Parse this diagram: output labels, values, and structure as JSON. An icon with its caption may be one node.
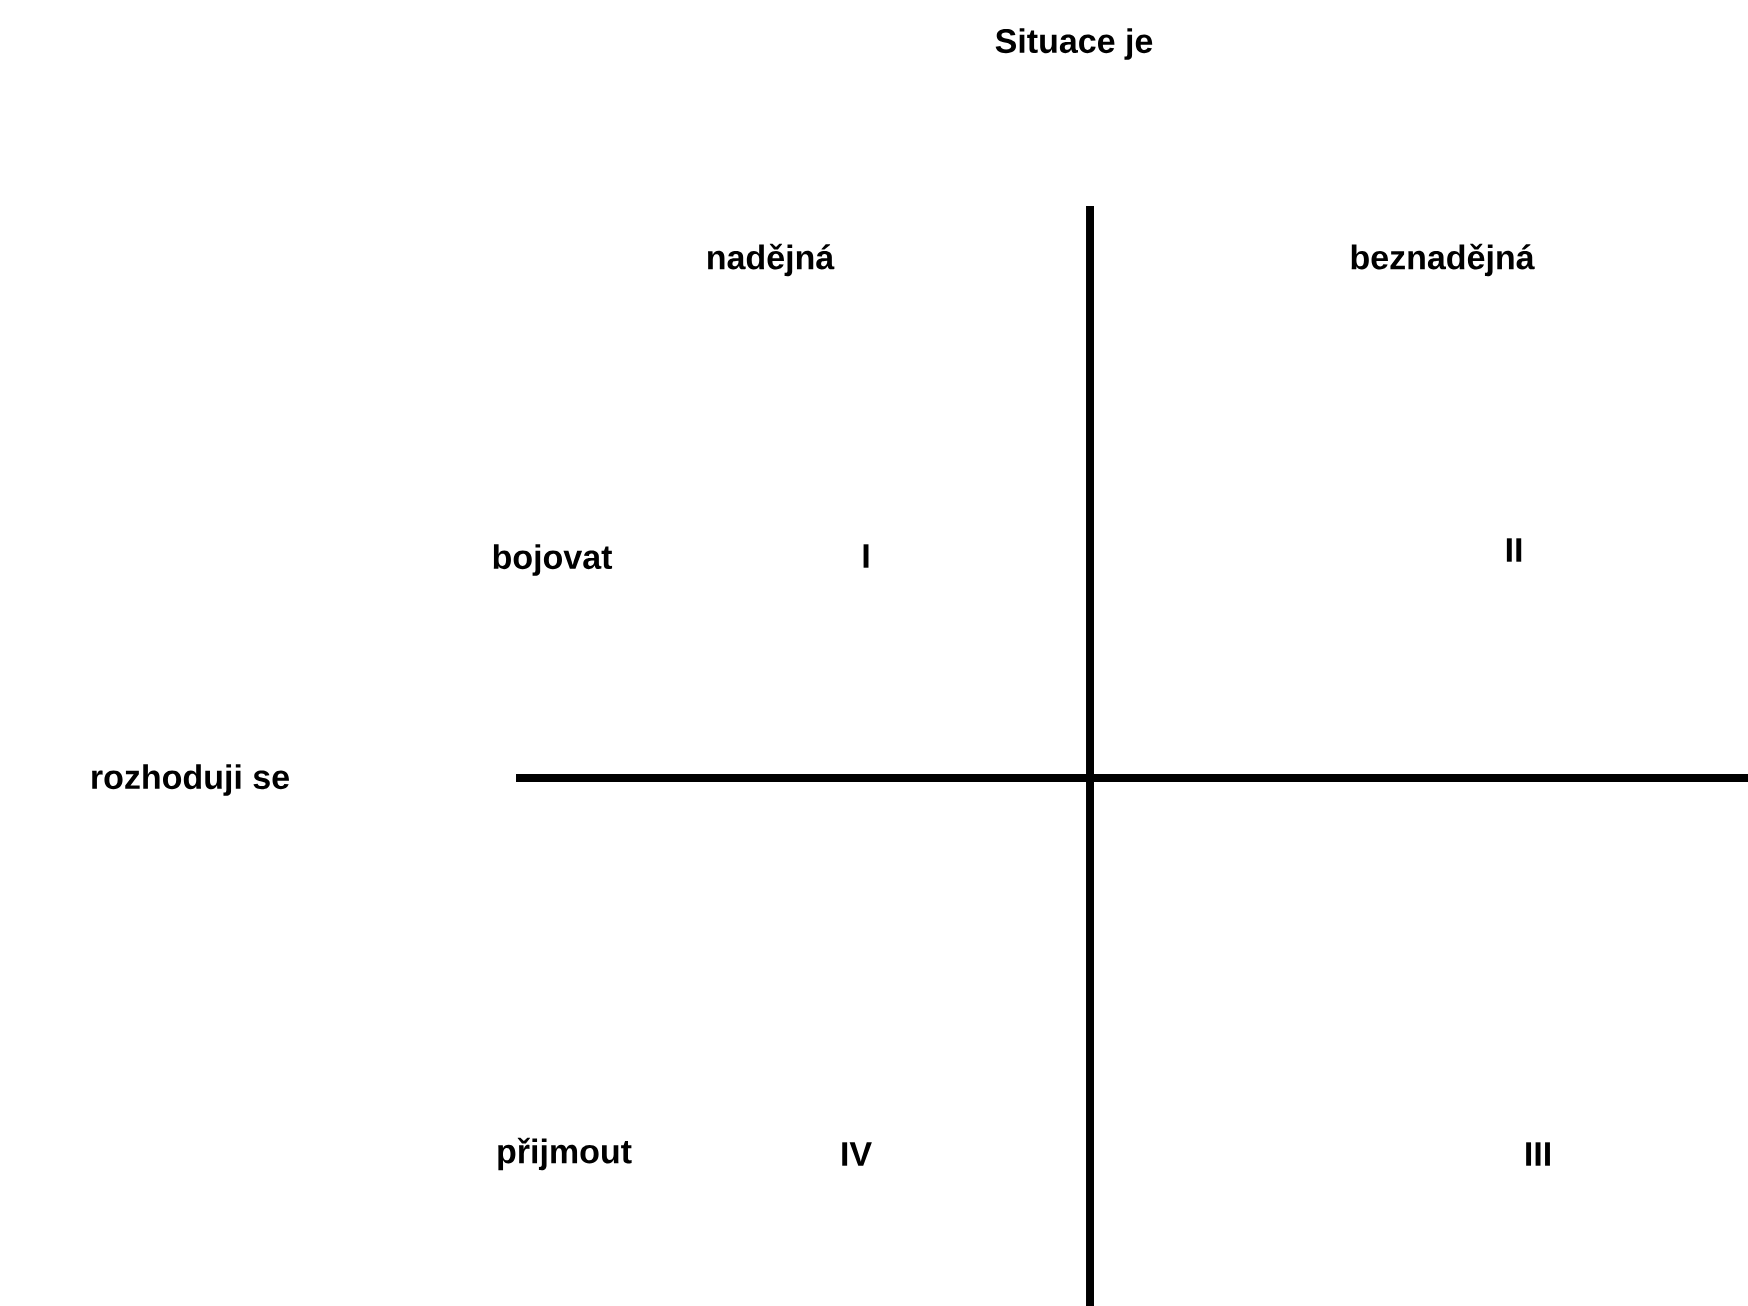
{
  "diagram": {
    "title": "Situace je",
    "labels": [
      "nadějná",
      "beznadějná",
      "bojovat",
      "I",
      "II",
      "rozhoduji se",
      "přijmout",
      "IV",
      "III"
    ]
  }
}
